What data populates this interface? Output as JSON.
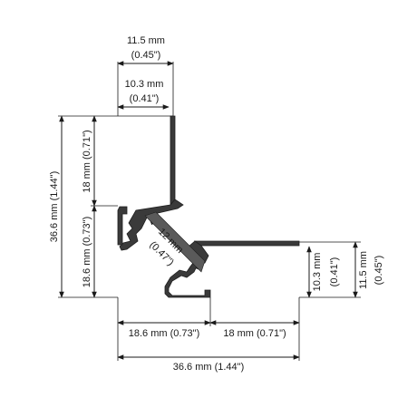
{
  "dimensions": {
    "top_outer": {
      "mm": "11.5 mm",
      "in": "(0.45\")"
    },
    "top_inner": {
      "mm": "10.3 mm",
      "in": "(0.41\")"
    },
    "left_total": {
      "text": "36.6 mm (1.44\")"
    },
    "left_upper": {
      "text": "18 mm (0.71\")"
    },
    "left_lower": {
      "text": "18.6 mm (0.73\")"
    },
    "diagonal": {
      "mm": "12 mm",
      "in": "(0.47\")"
    },
    "right_inner": {
      "mm": "10.3 mm",
      "in": "(0.41\")"
    },
    "right_outer": {
      "mm": "11.5 mm",
      "in": "(0.45\")"
    },
    "bottom_left": {
      "text": "18.6 mm (0.73\")"
    },
    "bottom_right": {
      "text": "18 mm (0.71\")"
    },
    "bottom_total": {
      "text": "36.6 mm (1.44\")"
    }
  }
}
